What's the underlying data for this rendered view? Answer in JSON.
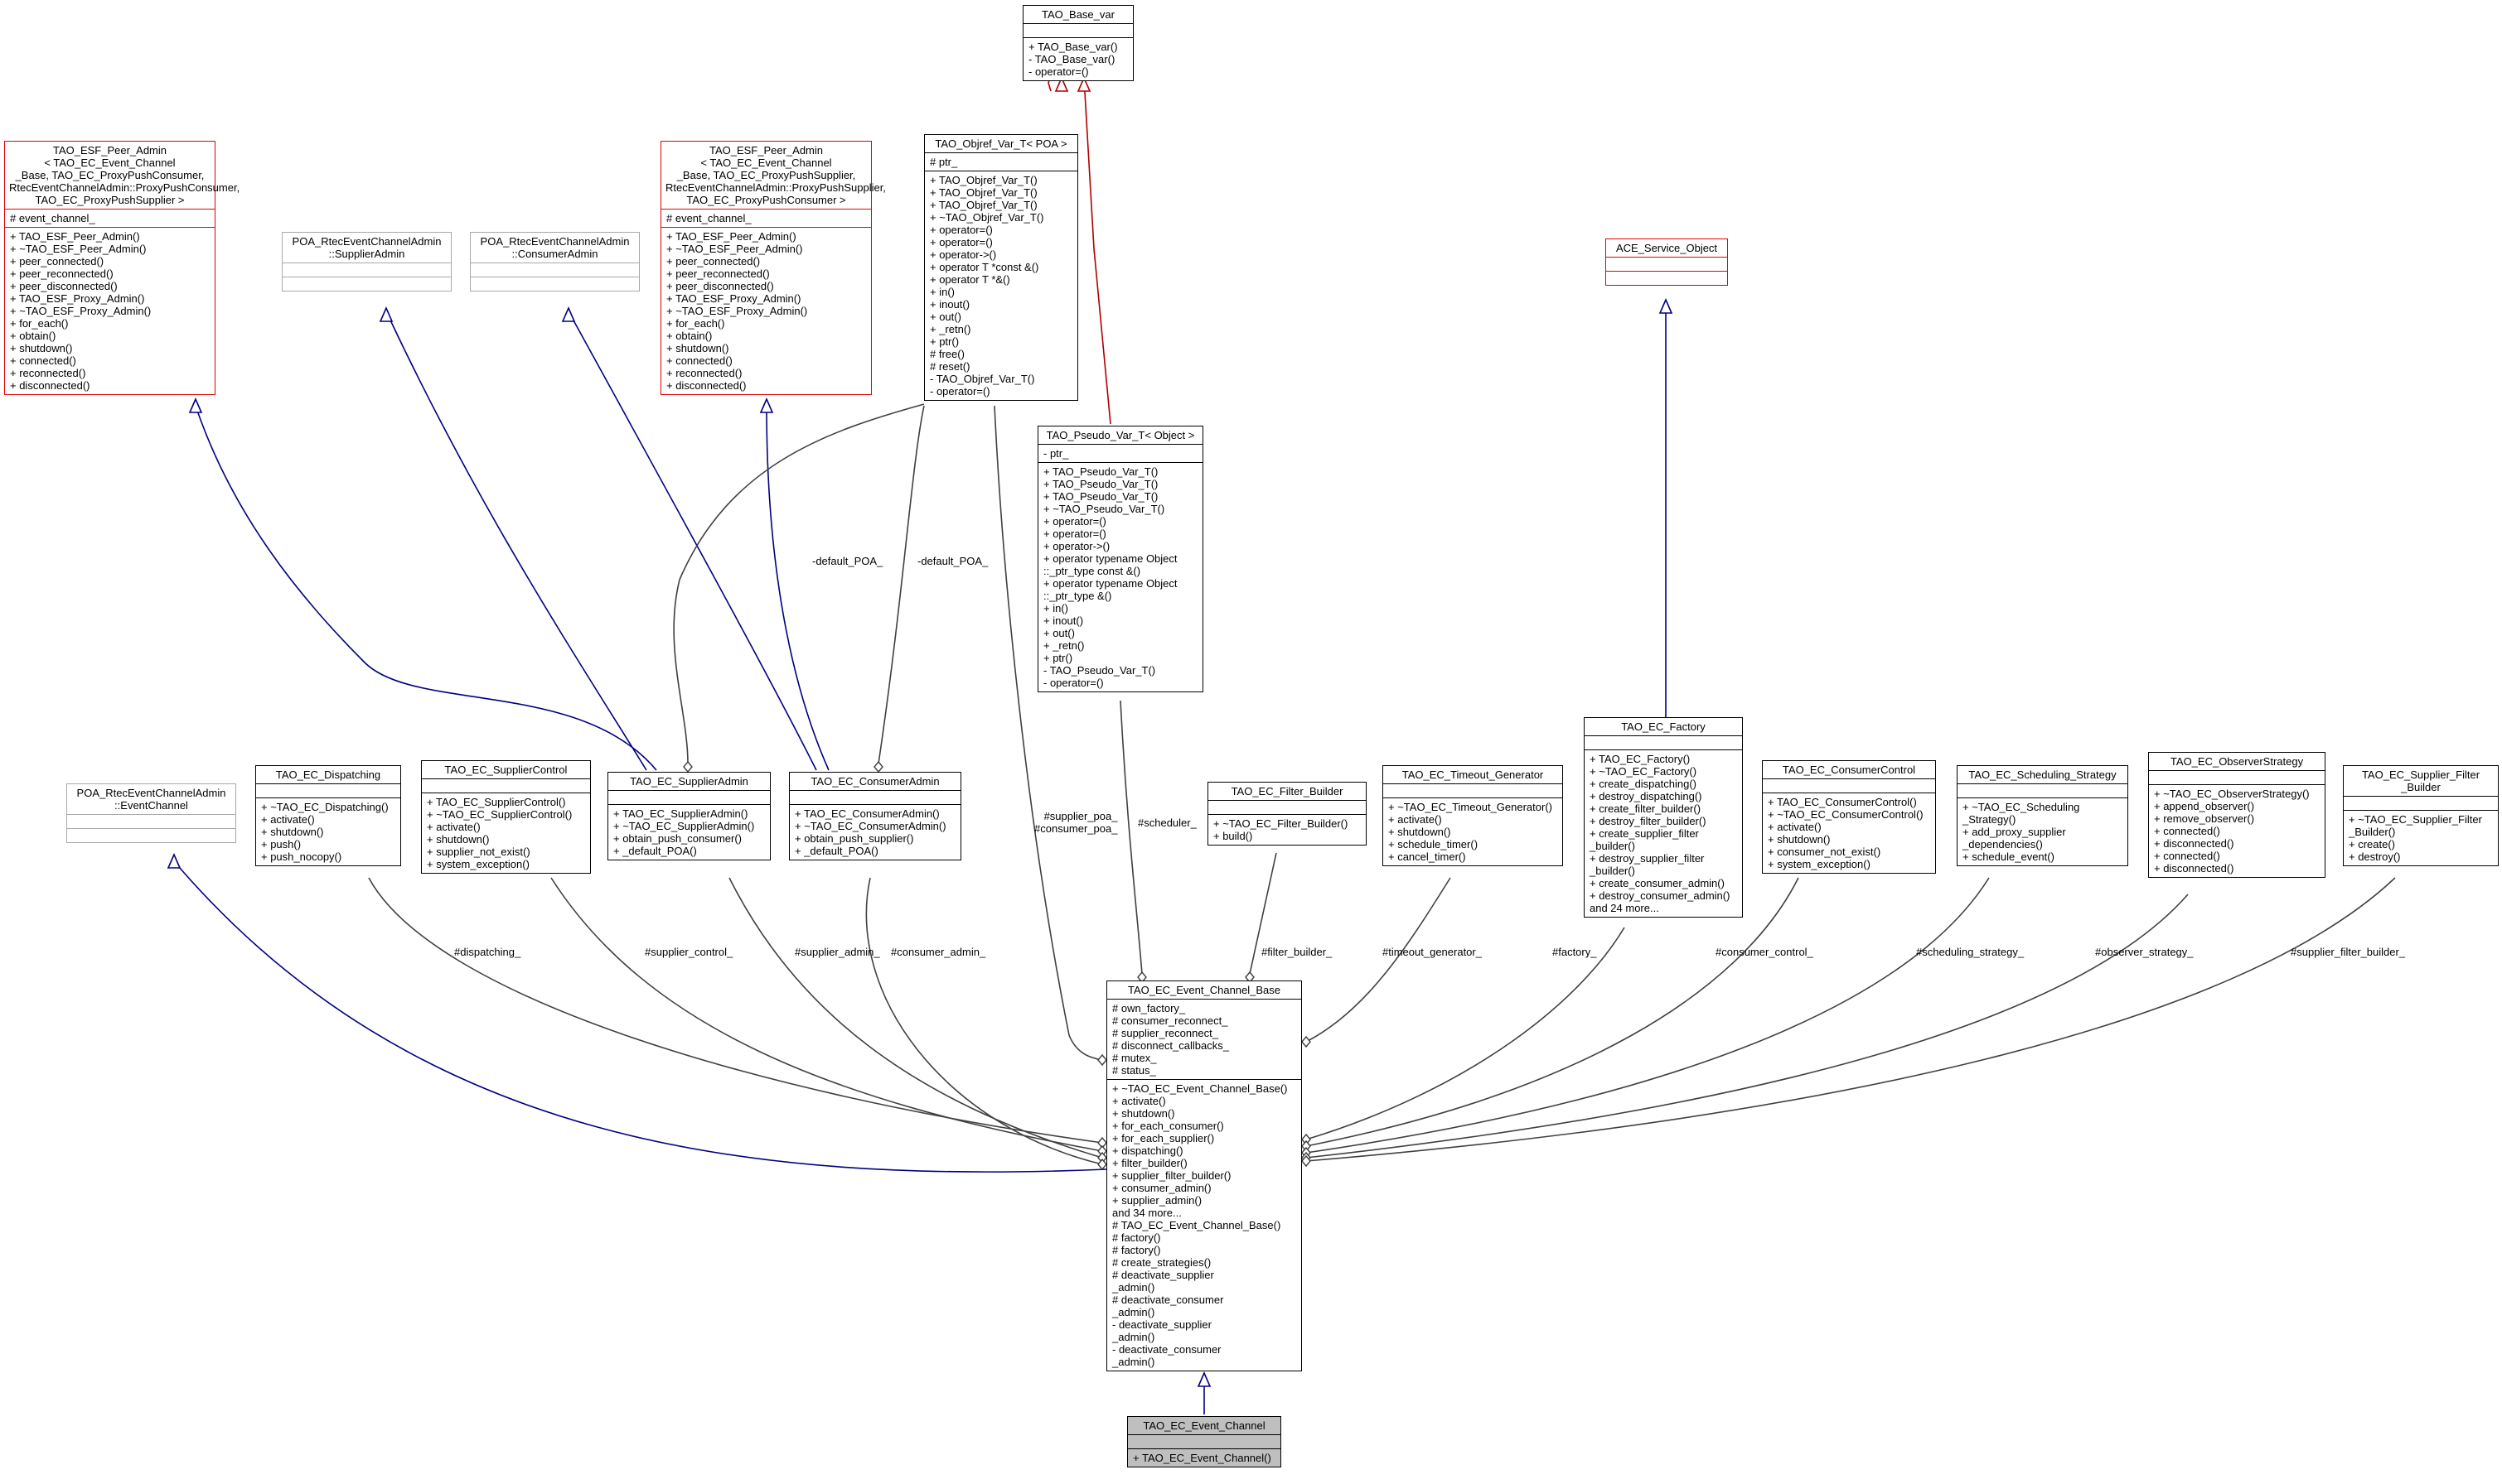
{
  "classes": {
    "base_var": {
      "title": "TAO_Base_var",
      "attrs": "",
      "methods": "+ TAO_Base_var()\n- TAO_Base_var()\n- operator=()"
    },
    "objref_var": {
      "title": "TAO_Objref_Var_T< POA >",
      "attrs": "# ptr_",
      "methods": "+ TAO_Objref_Var_T()\n+ TAO_Objref_Var_T()\n+ TAO_Objref_Var_T()\n+ ~TAO_Objref_Var_T()\n+ operator=()\n+ operator=()\n+ operator->()\n+ operator T *const &()\n+ operator T *&()\n+ in()\n+ inout()\n+ out()\n+ _retn()\n+ ptr()\n# free()\n# reset()\n- TAO_Objref_Var_T()\n- operator=()"
    },
    "pseudo_var": {
      "title": "TAO_Pseudo_Var_T< Object >",
      "attrs": "- ptr_",
      "methods": "+ TAO_Pseudo_Var_T()\n+ TAO_Pseudo_Var_T()\n+ TAO_Pseudo_Var_T()\n+ ~TAO_Pseudo_Var_T()\n+ operator=()\n+ operator=()\n+ operator->()\n+ operator typename Object\n::_ptr_type const &()\n+ operator typename Object\n::_ptr_type &()\n+ in()\n+ inout()\n+ out()\n+ _retn()\n+ ptr()\n- TAO_Pseudo_Var_T()\n- operator=()"
    },
    "esf_push": {
      "title": "TAO_ESF_Peer_Admin\n< TAO_EC_Event_Channel\n_Base, TAO_EC_ProxyPushConsumer,\n RtecEventChannelAdmin::ProxyPushConsumer,\n TAO_EC_ProxyPushSupplier >",
      "attrs": "# event_channel_",
      "methods": "+ TAO_ESF_Peer_Admin()\n+ ~TAO_ESF_Peer_Admin()\n+ peer_connected()\n+ peer_reconnected()\n+ peer_disconnected()\n+ TAO_ESF_Proxy_Admin()\n+ ~TAO_ESF_Proxy_Admin()\n+ for_each()\n+ obtain()\n+ shutdown()\n+ connected()\n+ reconnected()\n+ disconnected()"
    },
    "esf_supp": {
      "title": "TAO_ESF_Peer_Admin\n< TAO_EC_Event_Channel\n_Base, TAO_EC_ProxyPushSupplier,\n RtecEventChannelAdmin::ProxyPushSupplier,\n TAO_EC_ProxyPushConsumer >",
      "attrs": "# event_channel_",
      "methods": "+ TAO_ESF_Peer_Admin()\n+ ~TAO_ESF_Peer_Admin()\n+ peer_connected()\n+ peer_reconnected()\n+ peer_disconnected()\n+ TAO_ESF_Proxy_Admin()\n+ ~TAO_ESF_Proxy_Admin()\n+ for_each()\n+ obtain()\n+ shutdown()\n+ connected()\n+ reconnected()\n+ disconnected()"
    },
    "poa_supp_admin": {
      "title": "POA_RtecEventChannelAdmin\n::SupplierAdmin",
      "attrs": "",
      "methods": ""
    },
    "poa_cons_admin": {
      "title": "POA_RtecEventChannelAdmin\n::ConsumerAdmin",
      "attrs": "",
      "methods": ""
    },
    "ace_service": {
      "title": "ACE_Service_Object",
      "attrs": "",
      "methods": ""
    },
    "poa_event_channel": {
      "title": "POA_RtecEventChannelAdmin\n::EventChannel",
      "attrs": "",
      "methods": ""
    },
    "dispatching": {
      "title": "TAO_EC_Dispatching",
      "attrs": "",
      "methods": "+ ~TAO_EC_Dispatching()\n+ activate()\n+ shutdown()\n+ push()\n+ push_nocopy()"
    },
    "supplier_control": {
      "title": "TAO_EC_SupplierControl",
      "attrs": "",
      "methods": "+ TAO_EC_SupplierControl()\n+ ~TAO_EC_SupplierControl()\n+ activate()\n+ shutdown()\n+ supplier_not_exist()\n+ system_exception()"
    },
    "supplier_admin": {
      "title": "TAO_EC_SupplierAdmin",
      "attrs": "",
      "methods": "+ TAO_EC_SupplierAdmin()\n+ ~TAO_EC_SupplierAdmin()\n+ obtain_push_consumer()\n+ _default_POA()"
    },
    "consumer_admin": {
      "title": "TAO_EC_ConsumerAdmin",
      "attrs": "",
      "methods": "+ TAO_EC_ConsumerAdmin()\n+ ~TAO_EC_ConsumerAdmin()\n+ obtain_push_supplier()\n+ _default_POA()"
    },
    "filter_builder": {
      "title": "TAO_EC_Filter_Builder",
      "attrs": "",
      "methods": "+ ~TAO_EC_Filter_Builder()\n+ build()"
    },
    "timeout_generator": {
      "title": "TAO_EC_Timeout_Generator",
      "attrs": "",
      "methods": "+ ~TAO_EC_Timeout_Generator()\n+ activate()\n+ shutdown()\n+ schedule_timer()\n+ cancel_timer()"
    },
    "factory": {
      "title": "TAO_EC_Factory",
      "attrs": "",
      "methods": "+ TAO_EC_Factory()\n+ ~TAO_EC_Factory()\n+ create_dispatching()\n+ destroy_dispatching()\n+ create_filter_builder()\n+ destroy_filter_builder()\n+ create_supplier_filter\n_builder()\n+ destroy_supplier_filter\n_builder()\n+ create_consumer_admin()\n+ destroy_consumer_admin()\nand 24 more..."
    },
    "consumer_control": {
      "title": "TAO_EC_ConsumerControl",
      "attrs": "",
      "methods": "+ TAO_EC_ConsumerControl()\n+ ~TAO_EC_ConsumerControl()\n+ activate()\n+ shutdown()\n+ consumer_not_exist()\n+ system_exception()"
    },
    "scheduling_strategy": {
      "title": "TAO_EC_Scheduling_Strategy",
      "attrs": "",
      "methods": "+ ~TAO_EC_Scheduling\n_Strategy()\n+ add_proxy_supplier\n_dependencies()\n+ schedule_event()"
    },
    "observer_strategy": {
      "title": "TAO_EC_ObserverStrategy",
      "attrs": "",
      "methods": "+ ~TAO_EC_ObserverStrategy()\n+ append_observer()\n+ remove_observer()\n+ connected()\n+ disconnected()\n+ connected()\n+ disconnected()"
    },
    "supplier_filter_builder": {
      "title": "TAO_EC_Supplier_Filter\n_Builder",
      "attrs": "",
      "methods": "+ ~TAO_EC_Supplier_Filter\n_Builder()\n+ create()\n+ destroy()"
    },
    "ec_base": {
      "title": "TAO_EC_Event_Channel_Base",
      "attrs": "# own_factory_\n# consumer_reconnect_\n# supplier_reconnect_\n# disconnect_callbacks_\n# mutex_\n# status_",
      "methods": "+ ~TAO_EC_Event_Channel_Base()\n+ activate()\n+ shutdown()\n+ for_each_consumer()\n+ for_each_supplier()\n+ dispatching()\n+ filter_builder()\n+ supplier_filter_builder()\n+ consumer_admin()\n+ supplier_admin()\nand 34 more...\n# TAO_EC_Event_Channel_Base()\n# factory()\n# factory()\n# create_strategies()\n# deactivate_supplier\n_admin()\n# deactivate_consumer\n_admin()\n- deactivate_supplier\n_admin()\n- deactivate_consumer\n_admin()"
    },
    "ec": {
      "title": "TAO_EC_Event_Channel",
      "attrs": "",
      "methods": "+ TAO_EC_Event_Channel()"
    }
  },
  "edge_labels": {
    "default_poa_1": "-default_POA_",
    "default_poa_2": "-default_POA_",
    "supplier_poa": "#supplier_poa_\n#consumer_poa_",
    "scheduler": "#scheduler_",
    "dispatching": "#dispatching_",
    "supplier_control": "#supplier_control_",
    "supplier_admin": "#supplier_admin_",
    "consumer_admin": "#consumer_admin_",
    "filter_builder": "#filter_builder_",
    "timeout_generator": "#timeout_generator_",
    "factory": "#factory_",
    "consumer_control": "#consumer_control_",
    "scheduling_strategy": "#scheduling_strategy_",
    "observer_strategy": "#observer_strategy_",
    "supplier_filter_builder": "#supplier_filter_builder_"
  },
  "colors": {
    "inherit_public": "#000080",
    "inherit_template": "#b00000",
    "usage": "#404040",
    "focus_fill": "#bfbfbf",
    "incomplete_border": "#e00000",
    "external_border": "#a8a8a8"
  }
}
